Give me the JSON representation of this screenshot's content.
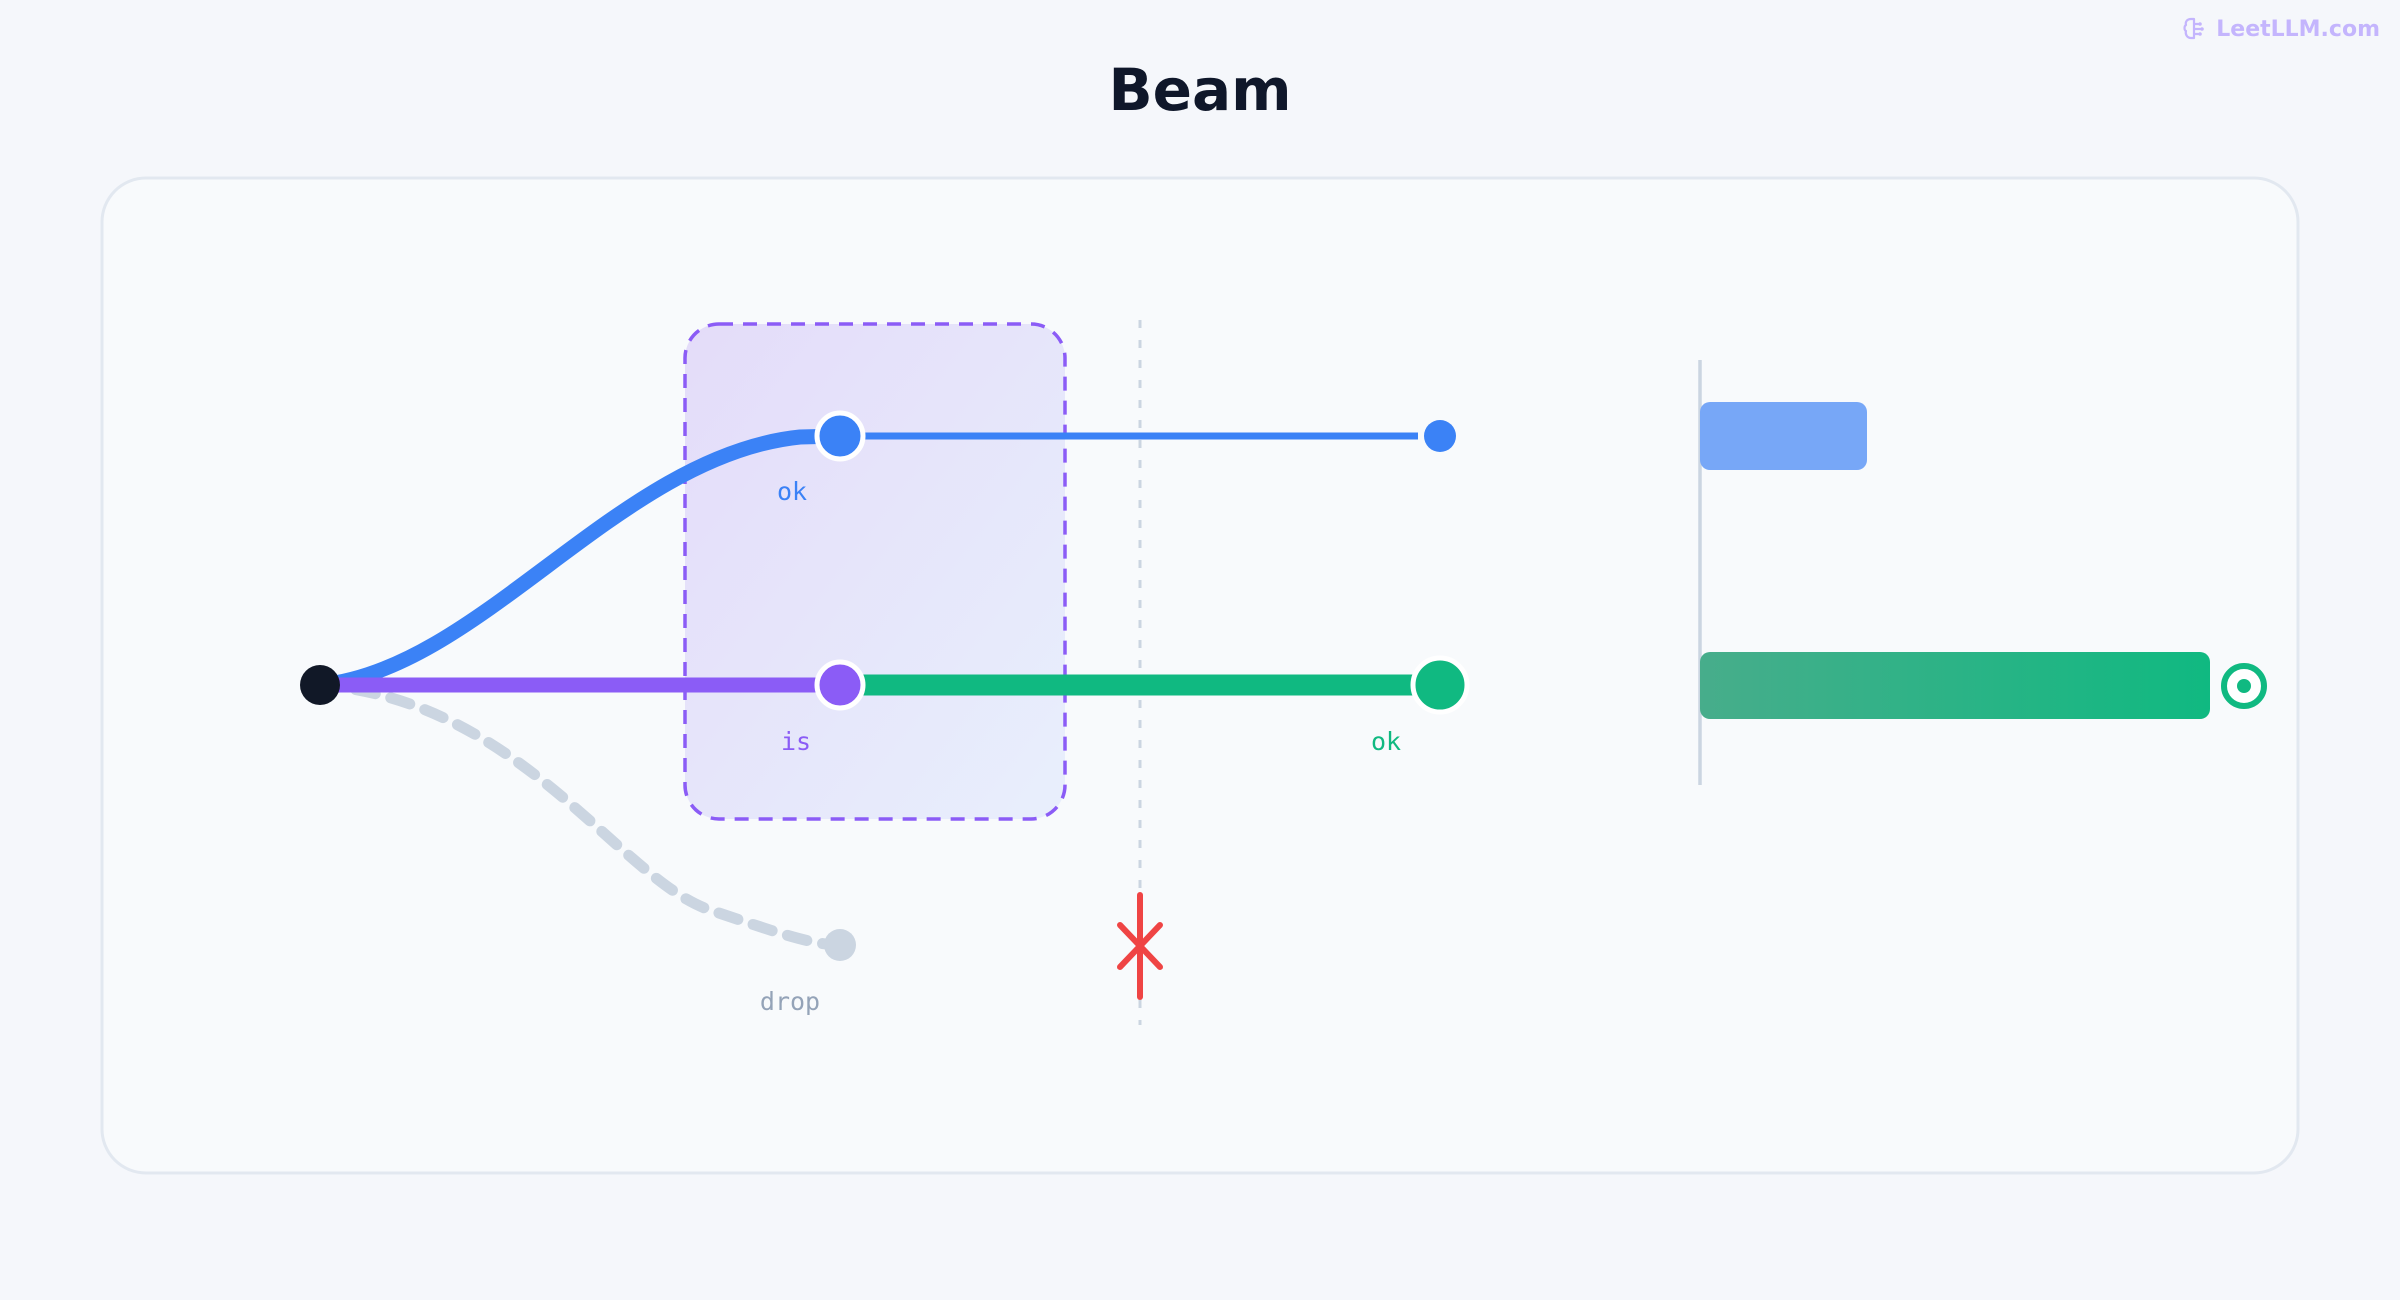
{
  "brand": {
    "name": "LeetLLM.com",
    "icon": "brain-icon"
  },
  "title": "Beam",
  "diagram": {
    "token_labels": {
      "top": "ok",
      "middle_left": "is",
      "middle_right": "ok",
      "bottom": "drop"
    }
  },
  "colors": {
    "background": "#f5f7fb",
    "card_border": "#e2e8f0",
    "blue": "#3b82f6",
    "purple": "#8b5cf6",
    "green": "#10b981",
    "gray": "#cbd5e1",
    "red": "#ef4444",
    "root": "#111827"
  }
}
